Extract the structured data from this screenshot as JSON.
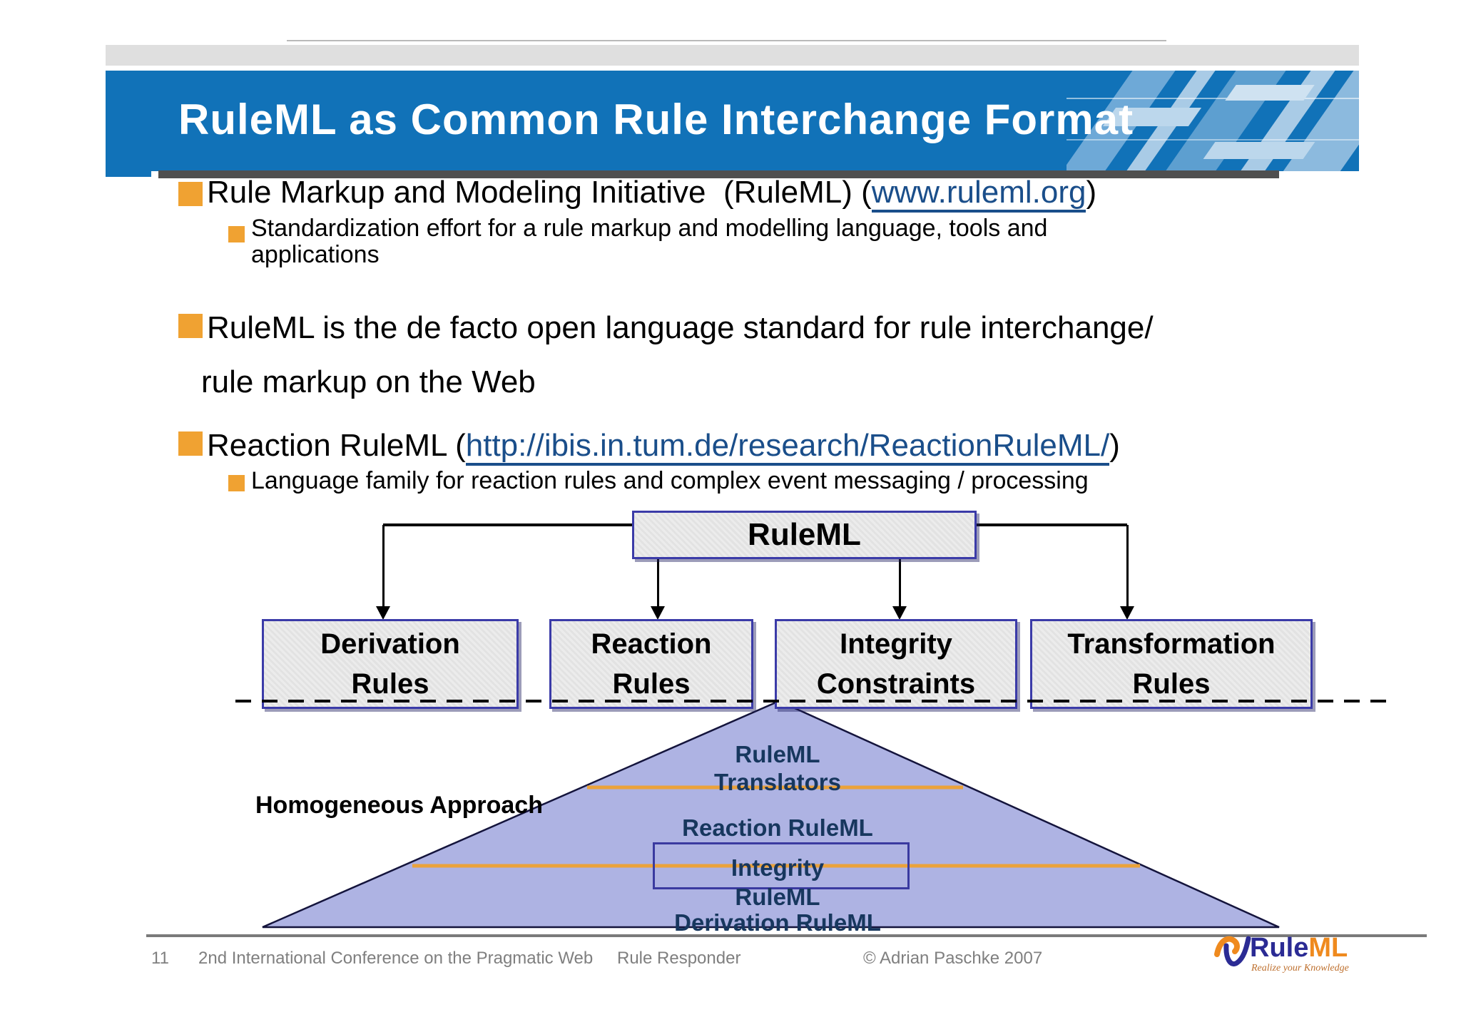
{
  "header": {
    "title": "RuleML as Common Rule Interchange Format"
  },
  "bullets": {
    "b1": {
      "pre": "Rule Markup and Modeling Initiative  (RuleML) (",
      "link": "www.ruleml.org",
      "post": ")"
    },
    "b1_sub": "Standardization effort for a rule markup and modelling language, tools and applications",
    "b2_line1": "RuleML is the de facto open language standard for rule interchange/",
    "b2_line2": "rule markup on the Web",
    "b3": {
      "pre": "Reaction RuleML (",
      "link": "http://ibis.in.tum.de/research/ReactionRuleML/",
      "post": ")"
    },
    "b3_sub": "Language family for reaction rules and complex event messaging / processing"
  },
  "diagram": {
    "root": {
      "label": "RuleML"
    },
    "boxes": [
      {
        "line1": "Derivation",
        "line2": "Rules"
      },
      {
        "line1": "Reaction",
        "line2": "Rules"
      },
      {
        "line1": "Integrity",
        "line2": "Constraints"
      },
      {
        "line1": "Transformation",
        "line2": "Rules"
      }
    ],
    "pyramid": {
      "level1_line1": "RuleML",
      "level1_line2": "Translators",
      "level2": "Reaction RuleML",
      "level3_line1": "Integrity",
      "level3_line2": "RuleML",
      "level4": "Derivation RuleML"
    },
    "side_label": "Homogeneous Approach"
  },
  "footer": {
    "page_number": "11",
    "conference": "2nd International Conference on the Pragmatic Web",
    "project": "Rule Responder",
    "copyright": "© Adrian Paschke 2007"
  },
  "logo": {
    "name_part1": "Rule",
    "name_part2": "ML",
    "tagline": "Realize your Knowledge"
  },
  "colors": {
    "banner_blue": "#1172b8",
    "bullet_orange": "#f0a232",
    "link_navy": "#1a4e8a",
    "box_border_purple": "#3b3ba8",
    "box_fill_gray": "#e8e8e8",
    "pyramid_fill": "#aeb3e3",
    "pyramid_text_navy": "#17375e",
    "accent_line_orange": "#eba23a",
    "footer_gray": "#7f7f7f"
  }
}
